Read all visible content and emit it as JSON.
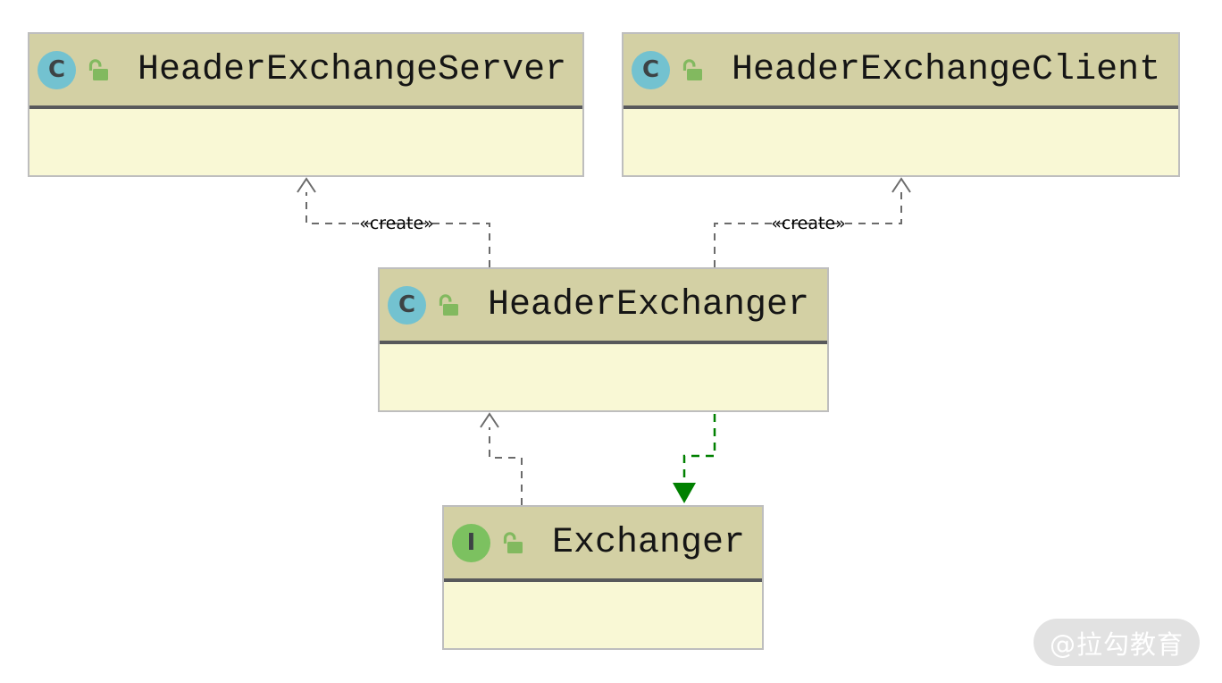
{
  "diagram": {
    "tool": "uml-class-diagram",
    "classes": [
      {
        "name": "HeaderExchangeServer",
        "kind": "class",
        "icon_letter": "C",
        "visibility": "public-unlocked",
        "members": ""
      },
      {
        "name": "HeaderExchangeClient",
        "kind": "class",
        "icon_letter": "C",
        "visibility": "public-unlocked",
        "members": ""
      },
      {
        "name": "HeaderExchanger",
        "kind": "class",
        "icon_letter": "C",
        "visibility": "public-unlocked",
        "members": ""
      },
      {
        "name": "Exchanger",
        "kind": "interface",
        "icon_letter": "I",
        "visibility": "public-unlocked",
        "members": ""
      }
    ],
    "edges": [
      {
        "type": "create-dependency",
        "from": "HeaderExchanger",
        "to": "HeaderExchangeServer",
        "label": "«create»"
      },
      {
        "type": "create-dependency",
        "from": "HeaderExchanger",
        "to": "HeaderExchangeClient",
        "label": "«create»"
      },
      {
        "type": "dependency",
        "from": "Exchanger",
        "to": "HeaderExchanger",
        "label": ""
      },
      {
        "type": "realization",
        "from": "HeaderExchanger",
        "to": "Exchanger",
        "label": ""
      }
    ],
    "colors": {
      "node_header_fill": "#d3d0a4",
      "node_body_fill": "#f9f8d5",
      "node_border": "#bebebe",
      "compartment_separator": "#58595b",
      "class_icon_fill": "#73c2d0",
      "interface_icon_fill": "#7cc160",
      "lock_icon_green": "#82b95f",
      "dependency_edge_gray": "#6b6b6b",
      "realization_edge_green": "#008000",
      "watermark_pill": "#e2e2e2",
      "watermark_text": "#ffffff"
    },
    "watermark": "@拉勾教育"
  }
}
